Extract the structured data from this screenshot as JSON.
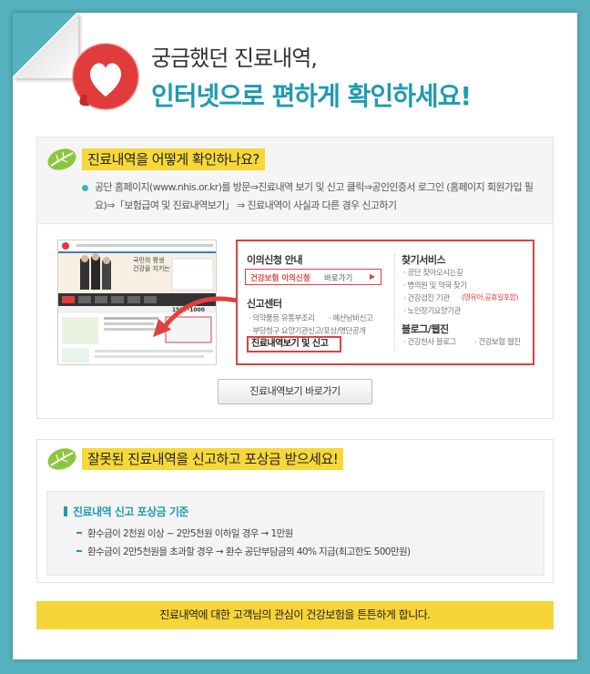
{
  "header": {
    "line1": "궁금했던 진료내역,",
    "line2": "인터넷으로 편하게 확인하세요!"
  },
  "section1": {
    "title": "진료내역을 어떻게 확인하나요?",
    "bullet": "공단 홈페이지(www.nhis.or.kr)를 방문⇒진료내역 보기 및 신고 클릭⇒공인인증서 로그인 (홈페이지 회원가입 필요)⇒「보험급여 및 진료내역보기」 ⇒ 진료내역이 사실과 다른 경우 신고하기",
    "menu": {
      "left_heading1": "이의신청 안내",
      "link_highlight": "건강보험 이의신청",
      "link_rest": "바로가기",
      "left_heading2": "신고센터",
      "report_items": [
        "의약품등 유통부조리",
        "예산낭비신고",
        "부당청구 요양기관신고/포상/명단공개"
      ],
      "highlight_item": "진료내역보기 및 신고",
      "right_heading1": "찾기서비스",
      "find_items": [
        "공단 찾아오시는길",
        "병의원 및 약국 찾기",
        "건강검진 기관",
        "노인장기요양기관"
      ],
      "find_note": "(영유아,공휴일포함)",
      "right_heading2": "블로그/웹진",
      "blog_items": [
        "건강천사 블로그",
        "건강보험 웹진"
      ]
    },
    "mini_screenshot": {
      "banner_line1": "국민의 평생",
      "banner_line2": "건강을 지키는",
      "phone": "1577-1000"
    },
    "button_label": "진료내역보기 바로가기"
  },
  "section2": {
    "title": "잘못된 진료내역을 신고하고 포상금 받으세요!",
    "criteria_title": "진료내역 신고 포상금 기준",
    "criteria_items": [
      "환수금이 2천원 이상 ~ 2만5천원 이하일 경우 → 1만원",
      "환수금이 2만5천원을 초과할 경우 → 환수 공단부담금의 40% 지급(최고한도 500만원)"
    ]
  },
  "footer": {
    "banner": "진료내역에 대한 고객님의 관심이 건강보험을 튼튼하게 합니다."
  },
  "colors": {
    "background": "#55b2be",
    "accent": "#1e9bb0",
    "highlight": "#f6d838",
    "logo_red": "#e23b3b",
    "menu_border": "#e04040"
  }
}
